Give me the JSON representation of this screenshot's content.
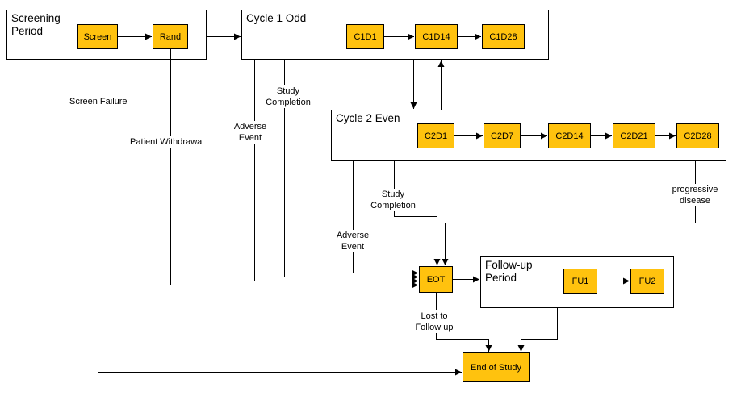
{
  "colors": {
    "node_fill": "#FFC20E",
    "line": "#000000",
    "background": "#FFFFFF"
  },
  "groups": {
    "screening": {
      "label": "Screening Period"
    },
    "cycle1": {
      "label": "Cycle 1 Odd"
    },
    "cycle2": {
      "label": "Cycle 2 Even"
    },
    "followup": {
      "label": "Follow-up Period"
    }
  },
  "nodes": {
    "screen": {
      "label": "Screen"
    },
    "rand": {
      "label": "Rand"
    },
    "c1d1": {
      "label": "C1D1"
    },
    "c1d14": {
      "label": "C1D14"
    },
    "c1d28": {
      "label": "C1D28"
    },
    "c2d1": {
      "label": "C2D1"
    },
    "c2d7": {
      "label": "C2D7"
    },
    "c2d14": {
      "label": "C2D14"
    },
    "c2d21": {
      "label": "C2D21"
    },
    "c2d28": {
      "label": "C2D28"
    },
    "eot": {
      "label": "EOT"
    },
    "fu1": {
      "label": "FU1"
    },
    "fu2": {
      "label": "FU2"
    },
    "end_of_study": {
      "label": "End of Study"
    }
  },
  "edge_labels": {
    "screen_failure": "Screen Failure",
    "patient_withdrawal": "Patient Withdrawal",
    "adverse_event_1": "Adverse Event",
    "study_completion_1": "Study Completion",
    "study_completion_2": "Study Completion",
    "adverse_event_2": "Adverse Event",
    "progressive_disease": "progressive disease",
    "lost_to_follow_up": "Lost to Follow up"
  },
  "edges": [
    {
      "from": "Screen",
      "to": "Rand",
      "label": ""
    },
    {
      "from": "Screening Period",
      "to": "Cycle 1 Odd",
      "label": ""
    },
    {
      "from": "C1D1",
      "to": "C1D14",
      "label": ""
    },
    {
      "from": "C1D14",
      "to": "C1D28",
      "label": ""
    },
    {
      "from": "Cycle 1 Odd",
      "to": "Cycle 2 Even",
      "label": ""
    },
    {
      "from": "Cycle 2 Even",
      "to": "Cycle 1 Odd",
      "label": ""
    },
    {
      "from": "C2D1",
      "to": "C2D7",
      "label": ""
    },
    {
      "from": "C2D7",
      "to": "C2D14",
      "label": ""
    },
    {
      "from": "C2D14",
      "to": "C2D21",
      "label": ""
    },
    {
      "from": "C2D21",
      "to": "C2D28",
      "label": ""
    },
    {
      "from": "Screen",
      "to": "End of Study",
      "label": "Screen Failure"
    },
    {
      "from": "Rand",
      "to": "EOT",
      "label": "Patient Withdrawal"
    },
    {
      "from": "Cycle 1 Odd",
      "to": "EOT",
      "label": "Adverse Event"
    },
    {
      "from": "Cycle 1 Odd",
      "to": "EOT",
      "label": "Study Completion"
    },
    {
      "from": "Cycle 2 Even",
      "to": "EOT",
      "label": "Adverse Event"
    },
    {
      "from": "Cycle 2 Even",
      "to": "EOT",
      "label": "Study Completion"
    },
    {
      "from": "Cycle 2 Even",
      "to": "EOT",
      "label": "progressive disease"
    },
    {
      "from": "EOT",
      "to": "Follow-up Period",
      "label": ""
    },
    {
      "from": "FU1",
      "to": "FU2",
      "label": ""
    },
    {
      "from": "EOT",
      "to": "End of Study",
      "label": "Lost to Follow up"
    },
    {
      "from": "Follow-up Period",
      "to": "End of Study",
      "label": ""
    }
  ]
}
